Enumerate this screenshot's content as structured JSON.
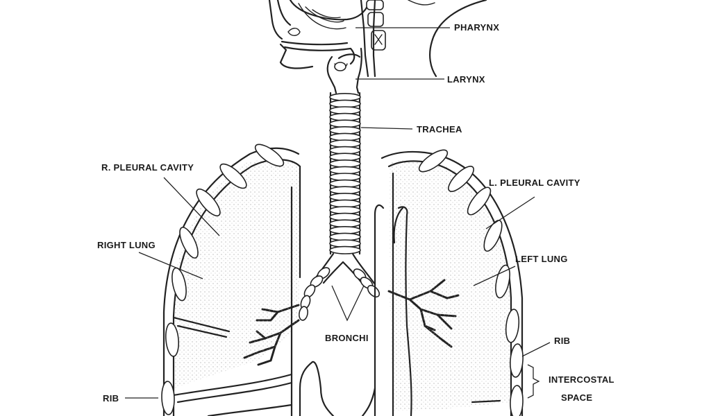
{
  "diagram": {
    "labels": {
      "pharynx": "PHARYNX",
      "larynx": "LARYNX",
      "trachea": "TRACHEA",
      "r_pleural_cavity": "R. PLEURAL CAVITY",
      "l_pleural_cavity": "L. PLEURAL CAVITY",
      "right_lung": "RIGHT LUNG",
      "left_lung": "LEFT LUNG",
      "bronchi": "BRONCHI",
      "rib_left": "RIB",
      "rib_right": "RIB",
      "intercostal_line1": "INTERCOSTAL",
      "intercostal_line2": "SPACE"
    },
    "colors": {
      "ink": "#222222",
      "background": "#ffffff"
    }
  }
}
